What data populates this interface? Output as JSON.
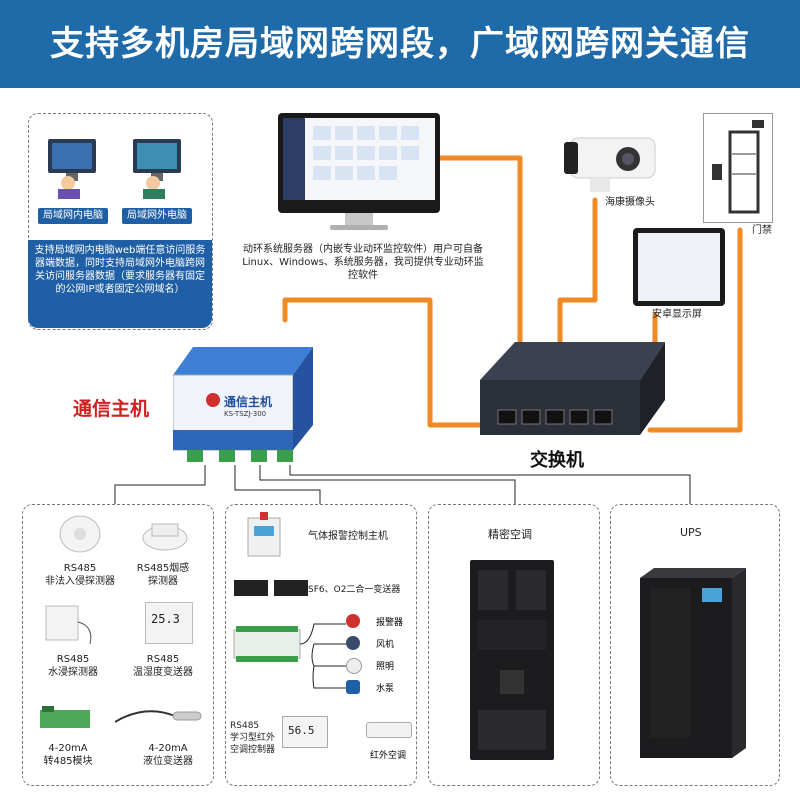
{
  "header": {
    "title": "支持多机房局域网跨网段，广域网跨网关通信"
  },
  "pcs": {
    "left_label": "局域网内电脑",
    "right_label": "局域网外电脑",
    "desc": "支持局域网内电脑web端任意访问服务器端数据，同时支持局域网外电脑跨网关访问服务器数据（要求服务器有固定的公网IP或者固定公网域名）"
  },
  "server": {
    "desc": "动环系统服务器（内嵌专业动环监控软件）用户可自备Linux、Windows、系统服务器，我司提供专业动环监控软件"
  },
  "camera": {
    "label": "海康摄像头"
  },
  "door": {
    "label": "门禁"
  },
  "android": {
    "label": "安卓显示屏"
  },
  "switch": {
    "label": "交换机"
  },
  "host": {
    "label": "通信主机",
    "device_title": "通信主机",
    "model": "KS-TSZJ-300"
  },
  "sensors": {
    "s1": "RS485\n非法入侵探测器",
    "s2": "RS485烟感\n探测器",
    "s3": "RS485\n水浸探测器",
    "s4": "RS485\n温湿度变送器",
    "s5": "4-20mA\n转485模块",
    "s6": "4-20mA\n液位变送器",
    "th_display": "25.3"
  },
  "gas": {
    "title": "气体报警控制主机",
    "sub": "SF6、O2二合一变送器"
  },
  "relay": {
    "alarm": "报警器",
    "fan": "风机",
    "light": "照明",
    "pump": "水泵"
  },
  "ac": {
    "controller": "RS485\n学习型红外\n空调控制器",
    "ac_label": "红外空调",
    "screen": "56.5"
  },
  "precision": {
    "label": "精密空调"
  },
  "ups": {
    "label": "UPS"
  },
  "colors": {
    "banner": "#1f6aa8",
    "wire": "#f08a24",
    "accent_red": "#d02020",
    "tag_blue": "#1f5fa5"
  }
}
